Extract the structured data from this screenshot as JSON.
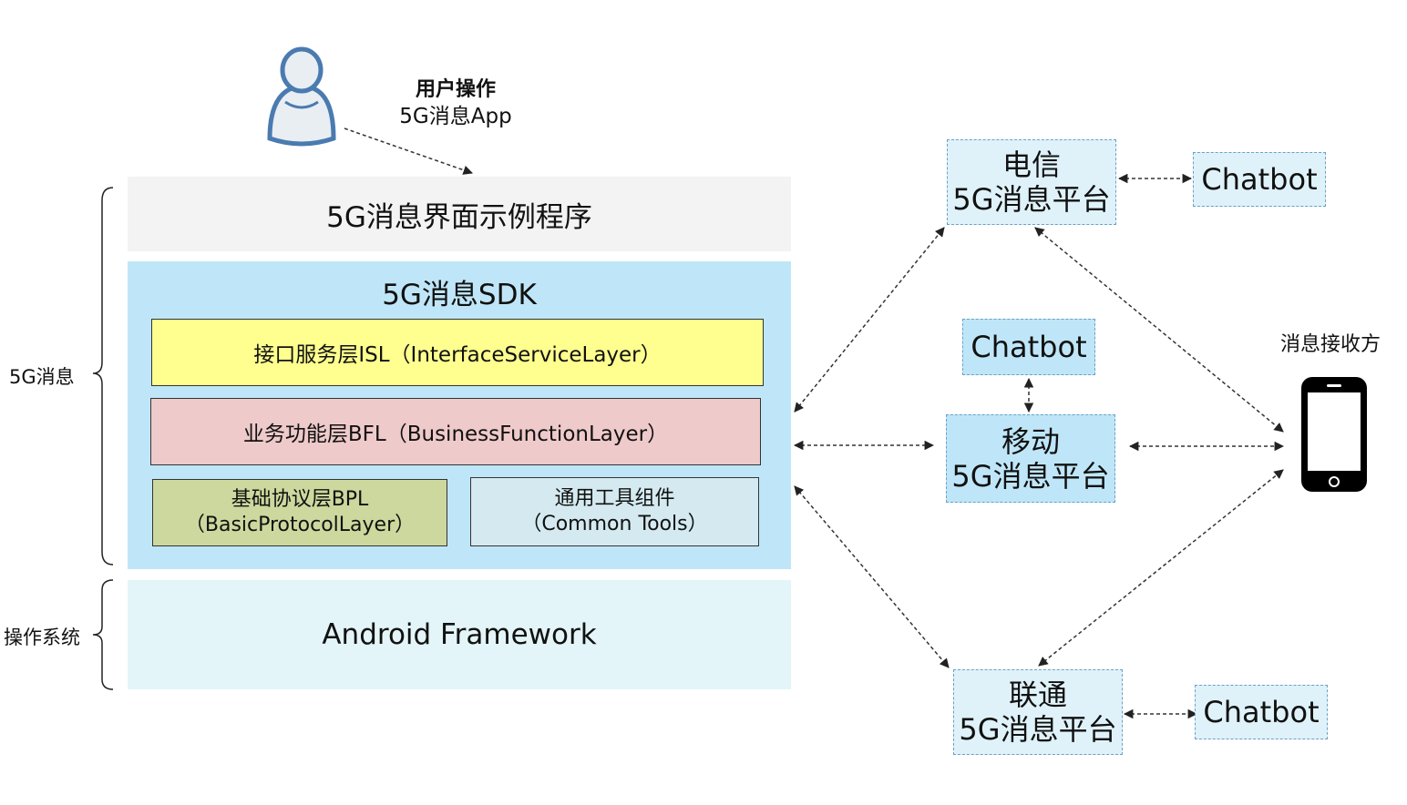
{
  "user": {
    "title": "用户操作",
    "subtitle": "5G消息App",
    "icon": "user-icon"
  },
  "side_labels": {
    "message": "5G消息",
    "os": "操作系统"
  },
  "stack": {
    "app": "5G消息界面示例程序",
    "sdk_title": "5G消息SDK",
    "isl": "接口服务层ISL（InterfaceServiceLayer）",
    "bfl": "业务功能层BFL（BusinessFunctionLayer）",
    "bpl_line1": "基础协议层BPL",
    "bpl_line2": "（BasicProtocolLayer）",
    "ct_line1": "通用工具组件",
    "ct_line2": "（Common Tools）",
    "android": "Android Framework"
  },
  "platforms": {
    "telecom_line1": "电信",
    "telecom_line2": "5G消息平台",
    "mobile_line1": "移动",
    "mobile_line2": "5G消息平台",
    "unicom_line1": "联通",
    "unicom_line2": "5G消息平台"
  },
  "chatbots": {
    "telecom": "Chatbot",
    "mobile": "Chatbot",
    "unicom": "Chatbot"
  },
  "receiver": {
    "label": "消息接收方",
    "icon": "smartphone-icon"
  },
  "colors": {
    "app_bg": "#f3f3f3",
    "sdk_bg": "#bfe6f8",
    "isl_bg": "#ffff8f",
    "bfl_bg": "#efcaca",
    "bpl_bg": "#ccd89d",
    "ct_bg": "#d4eaf0",
    "android_bg": "#e3f5f8",
    "platform_border": "#6aa0c8"
  }
}
